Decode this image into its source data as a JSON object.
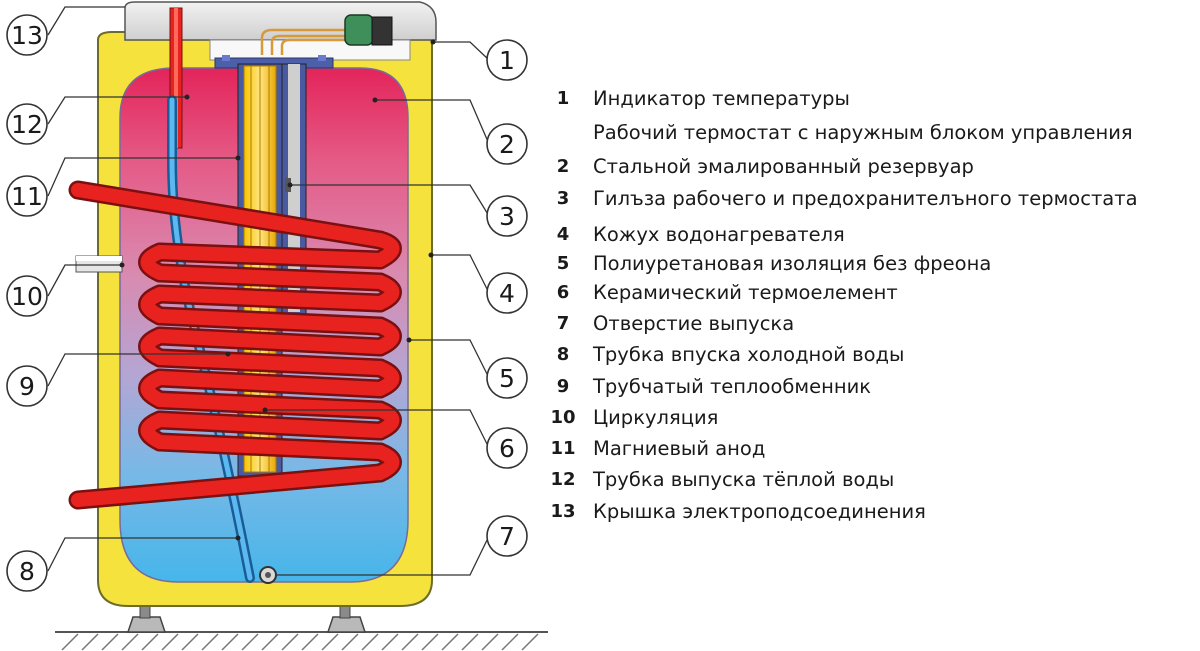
{
  "callouts": [
    "1",
    "2",
    "3",
    "4",
    "5",
    "6",
    "7",
    "8",
    "9",
    "10",
    "11",
    "12",
    "13"
  ],
  "legend": [
    {
      "num": "1",
      "text": "Индикатор температуры"
    },
    {
      "num": "",
      "text": "Рабочий термостат с наружным блоком управления"
    },
    {
      "num": "2",
      "text": "Стальной эмалированный резервуар"
    },
    {
      "num": "3",
      "text": "Гилъза рабочего и предохранителъного термостата"
    },
    {
      "num": "4",
      "text": "Кожух водонагревателя"
    },
    {
      "num": "5",
      "text": "Полиуретановая изоляция без фреона"
    },
    {
      "num": "6",
      "text": "Керамический термоелемент"
    },
    {
      "num": "7",
      "text": "Отверстие выпуска"
    },
    {
      "num": "8",
      "text": "Трубка впуска холодной воды"
    },
    {
      "num": "9",
      "text": "Трубчатый теплообменник"
    },
    {
      "num": "10",
      "text": "Циркуляция"
    },
    {
      "num": "11",
      "text": "Магниевый анод"
    },
    {
      "num": "12",
      "text": "Трубка выпуска тёплой воды"
    },
    {
      "num": "13",
      "text": "Крышка электроподсоединения"
    }
  ],
  "colors": {
    "insulation": "#f5e23c",
    "coil": "#e8231f",
    "hot_water": "#e83a6a",
    "cold_water": "#3fb8e8",
    "cover": "#e0e0e0"
  }
}
